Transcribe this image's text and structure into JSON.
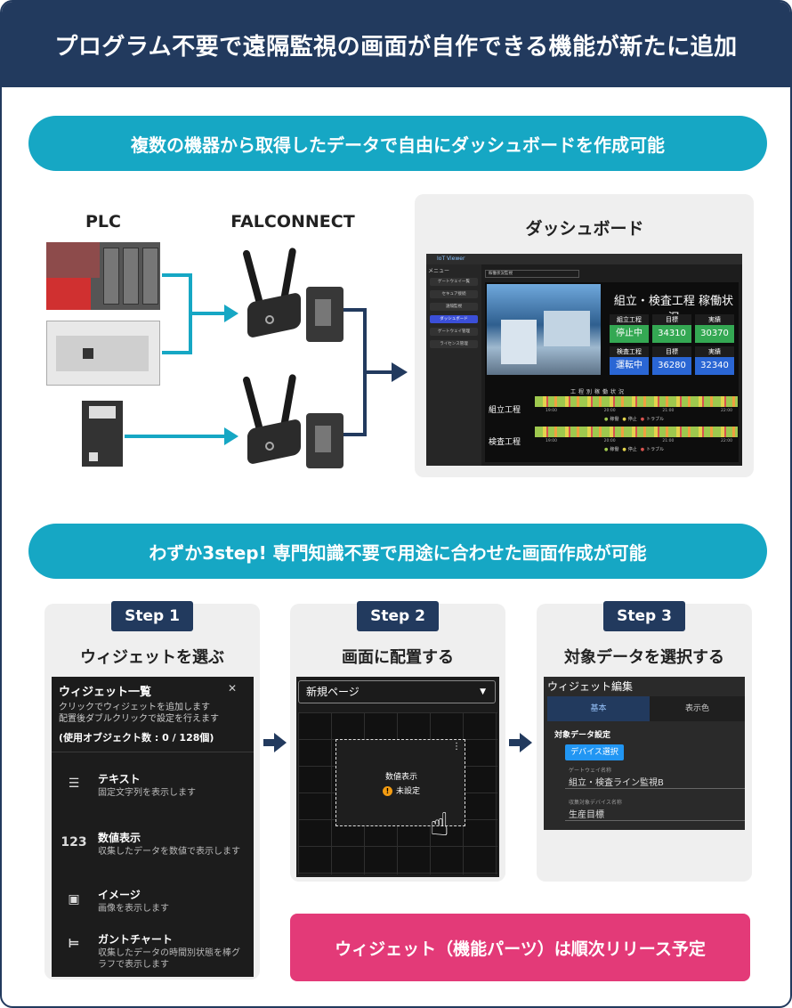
{
  "header": {
    "title": "プログラム不要で遠隔監視の画面が自作できる機能が新たに追加"
  },
  "section1": {
    "banner": "複数の機器から取得したデータで自由にダッシュボードを作成可能",
    "plc_label": "PLC",
    "falconnect_label": "FALCONNECT",
    "dashboard_label": "ダッシュボード",
    "dashboard": {
      "app_name": "IoT Viewer",
      "menu_label": "メニュー",
      "menu_items": [
        "ゲートウェイ一覧",
        "セキュア接続",
        "遠隔監視",
        "ダッシュボード",
        "ゲートウェイ管理",
        "ライセンス管理"
      ],
      "page_select": "稼働状況監視",
      "title": "組立・検査工程 稼働状況",
      "kpi_headers": [
        "目標",
        "実績"
      ],
      "rows": [
        {
          "process": "組立工程",
          "status": "停止中",
          "target": "34310",
          "actual": "30370"
        },
        {
          "process": "検査工程",
          "status": "運転中",
          "target": "36280",
          "actual": "32340"
        }
      ],
      "gantt_title": "工程別稼働状況",
      "gantt_rows": [
        "組立工程",
        "検査工程"
      ],
      "gantt_ticks": [
        "19:00",
        "20:00",
        "21:00",
        "22:00"
      ],
      "legend": [
        "稼働",
        "停止",
        "トラブル"
      ],
      "status_colors": {
        "running": "#34a853",
        "blue": "#2a66d4",
        "stop": "#e3d34c",
        "trouble": "#d9534f"
      }
    }
  },
  "section2": {
    "banner": "わずか3step! 専門知識不要で用途に合わせた画面作成が可能",
    "steps": [
      {
        "badge": "Step 1",
        "title": "ウィジェットを選ぶ"
      },
      {
        "badge": "Step 2",
        "title": "画面に配置する"
      },
      {
        "badge": "Step 3",
        "title": "対象データを選択する"
      }
    ]
  },
  "step1_panel": {
    "title": "ウィジェット一覧",
    "desc_line1": "クリックでウィジェットを追加します",
    "desc_line2": "配置後ダブルクリックで設定を行えます",
    "count": "(使用オブジェクト数 : 0 / 128個)",
    "widgets": [
      {
        "icon": "text-icon",
        "name": "テキスト",
        "desc": "固定文字列を表示します"
      },
      {
        "icon": "number-icon",
        "glyph": "123",
        "name": "数値表示",
        "desc": "収集したデータを数値で表示します"
      },
      {
        "icon": "image-icon",
        "name": "イメージ",
        "desc": "画像を表示します"
      },
      {
        "icon": "gantt-icon",
        "name": "ガントチャート",
        "desc": "収集したデータの時間別状態を棒グラフで表示します"
      }
    ]
  },
  "step2_panel": {
    "page_select": "新規ページ",
    "widget_title": "数値表示",
    "widget_status": "未設定"
  },
  "step3_panel": {
    "title": "ウィジェット編集",
    "tabs": [
      "基本",
      "表示色"
    ],
    "section": "対象データ設定",
    "device_button": "デバイス選択",
    "fields": [
      {
        "label": "ゲートウェイ名称",
        "value": "組立・検査ライン監視B"
      },
      {
        "label": "収集対象デバイス名称",
        "value": "生産目標"
      }
    ]
  },
  "footer_button": "ウィジェット（機能パーツ）は順次リリース予定",
  "colors": {
    "navy": "#223a5e",
    "cyan": "#16a7c4",
    "pink": "#e33a78"
  }
}
